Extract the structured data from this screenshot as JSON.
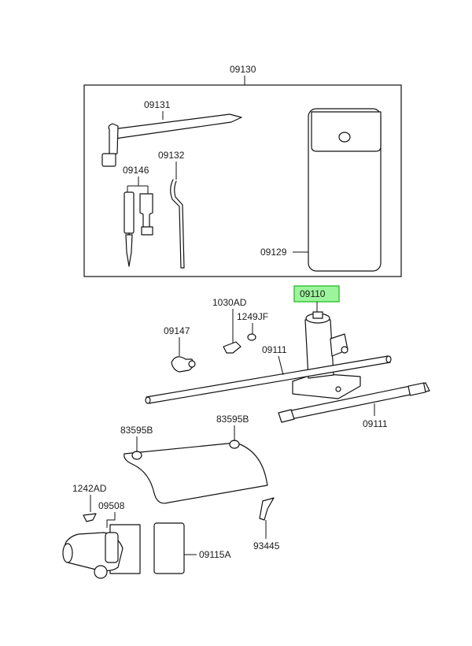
{
  "parts": {
    "p09130": "09130",
    "p09131": "09131",
    "p09132": "09132",
    "p09146": "09146",
    "p09129": "09129",
    "p09110": "09110",
    "p1030AD": "1030AD",
    "p1249JF": "1249JF",
    "p09147": "09147",
    "p09111a": "09111",
    "p09111b": "09111",
    "p83595Ba": "83595B",
    "p83595Bb": "83595B",
    "p1242AD": "1242AD",
    "p09508": "09508",
    "p09115A": "09115A",
    "p93445": "93445"
  },
  "colors": {
    "line": "#111111",
    "highlight_fill": "#9cf59c",
    "highlight_stroke": "#3cc43c"
  }
}
